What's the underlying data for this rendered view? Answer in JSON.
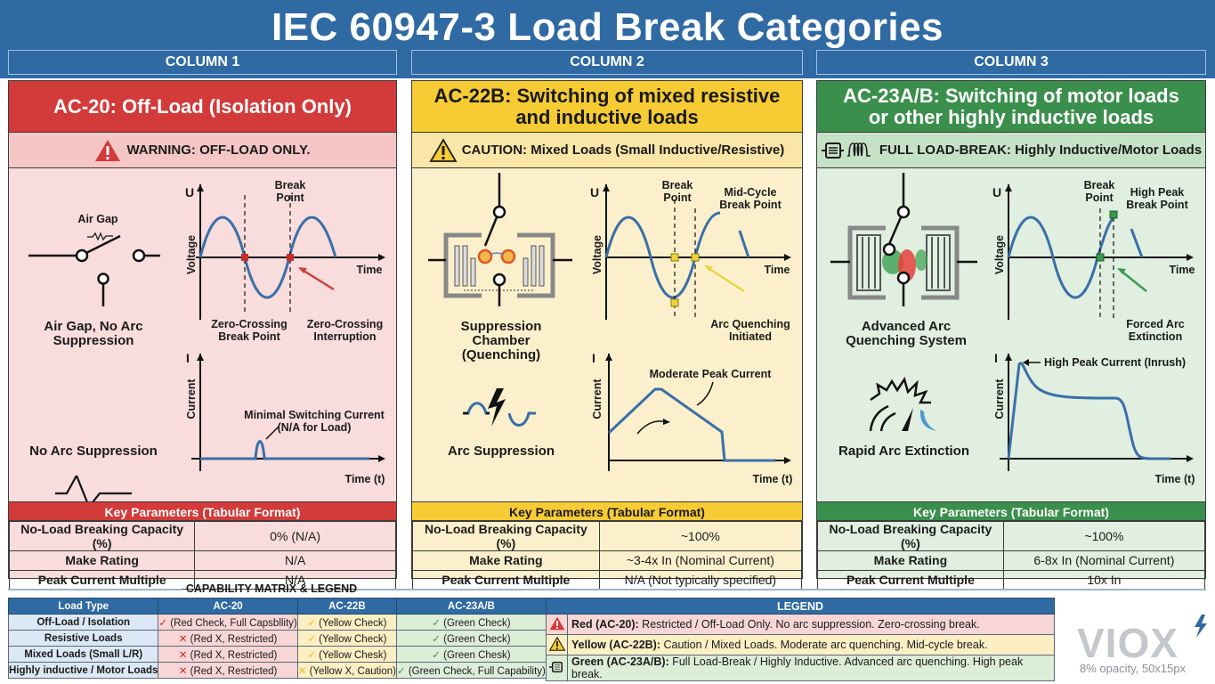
{
  "title": "IEC 60947-3 Load Break Categories",
  "columns": [
    {
      "header": "COLUMN 1",
      "category_title": "AC-20: Off-Load (Isolation Only)",
      "banner": "WARNING: OFF-LOAD ONLY.",
      "banner_icon": "warning-triangle-red-icon",
      "accent": "#d33a3a",
      "schematic_top": {
        "label_above": "Air Gap",
        "caption": "Air Gap, No Arc Suppression"
      },
      "schematic_bottom": {
        "caption": "No Arc Suppression"
      },
      "voltage_plot": {
        "y_axis": "U",
        "y_label": "Voltage",
        "x_label": "Time",
        "annotations": [
          "Break Point",
          "Zero-Crossing Break Point",
          "Zero-Crossing Interruption"
        ]
      },
      "current_plot": {
        "y_axis": "I",
        "y_label": "Current",
        "x_label": "Time (t)",
        "annotations": [
          "Minimal Switching Current",
          "(N/A for Load)"
        ]
      },
      "key_params_title": "Key Parameters (Tabular Format)",
      "key_params": [
        {
          "key": "No-Load Breaking Capacity (%)",
          "value": "0% (N/A)"
        },
        {
          "key": "Make Rating",
          "value": "N/A"
        },
        {
          "key": "Peak Current Multiple",
          "value": "N/A"
        }
      ]
    },
    {
      "header": "COLUMN 2",
      "category_title": "AC-22B: Switching of mixed resistive and inductive loads",
      "banner": "CAUTION: Mixed Loads (Small Inductive/Resistive)",
      "banner_icon": "warning-triangle-yellow-icon",
      "accent": "#f6cb33",
      "schematic_top": {
        "caption": "Suppression Chamber (Quenching)"
      },
      "schematic_bottom": {
        "caption": "Arc Suppression"
      },
      "voltage_plot": {
        "y_axis": "U",
        "y_label": "Voltage",
        "x_label": "Time",
        "annotations": [
          "Break Point",
          "Mid-Cycle Break Point",
          "Arc Quenching Initiated"
        ]
      },
      "current_plot": {
        "y_axis": "I",
        "y_label": "Current",
        "x_label": "Time (t)",
        "annotations": [
          "Moderate Peak Current"
        ]
      },
      "key_params_title": "Key Parameters (Tabular Format)",
      "key_params": [
        {
          "key": "No-Load Breaking Capacity (%)",
          "value": "~100%"
        },
        {
          "key": "Make Rating",
          "value": "~3-4x In (Nominal Current)"
        },
        {
          "key": "Peak Current Multiple",
          "value": "N/A (Not typically specified)"
        }
      ]
    },
    {
      "header": "COLUMN 3",
      "category_title": "AC-23A/B: Switching of motor loads or other highly inductive loads",
      "banner": "FULL LOAD-BREAK: Highly Inductive/Motor Loads",
      "banner_icon": "motor-coil-icon",
      "accent": "#3b8f4d",
      "schematic_top": {
        "caption": "Advanced Arc Quenching System"
      },
      "schematic_bottom": {
        "caption": "Rapid Arc Extinction"
      },
      "voltage_plot": {
        "y_axis": "U",
        "y_label": "Voltage",
        "x_label": "Time",
        "annotations": [
          "Break Point",
          "High Peak Break Point",
          "Forced Arc Extinction"
        ]
      },
      "current_plot": {
        "y_axis": "I",
        "y_label": "Current",
        "x_label": "Time (t)",
        "annotations": [
          "High Peak Current (Inrush)"
        ]
      },
      "key_params_title": "Key Parameters (Tabular Format)",
      "key_params": [
        {
          "key": "No-Load Breaking Capacity (%)",
          "value": "~100%"
        },
        {
          "key": "Make Rating",
          "value": "6-8x In (Nominal Current)"
        },
        {
          "key": "Peak Current Multiple",
          "value": "10x In"
        }
      ]
    }
  ],
  "matrix": {
    "title": "CAPABILITY MATRIX & LEGEND",
    "headers": [
      "Load Type",
      "AC-20",
      "AC-22B",
      "AC-23A/B"
    ],
    "rows": [
      {
        "load": "Off-Load / Isolation",
        "ac20": {
          "mark": "✓",
          "text": "(Red Check, Full Capsbllity)"
        },
        "ac22b": {
          "mark": "✓",
          "text": "(Yellow Check)"
        },
        "ac23": {
          "mark": "✓",
          "text": "(Green Check)"
        }
      },
      {
        "load": "Resistive Loads",
        "ac20": {
          "mark": "✕",
          "text": "(Red X, Restricted)"
        },
        "ac22b": {
          "mark": "✓",
          "text": "(Yellow Check)"
        },
        "ac23": {
          "mark": "✓",
          "text": "(Green Check)"
        }
      },
      {
        "load": "Mixed Loads (Small L/R)",
        "ac20": {
          "mark": "✕",
          "text": "(Red X, Restricted)"
        },
        "ac22b": {
          "mark": "✓",
          "text": "(Yellow Chesk)"
        },
        "ac23": {
          "mark": "✓",
          "text": "(Green Chesk)"
        }
      },
      {
        "load": "Highly inductive / Motor Loads",
        "ac20": {
          "mark": "✕",
          "text": "(Red X, Restricted)"
        },
        "ac22b": {
          "mark": "✕",
          "text": "(Yellow X, Caution)"
        },
        "ac23": {
          "mark": "✓",
          "text": "(Green Check, Full Capability)"
        }
      }
    ]
  },
  "legend": {
    "title": "LEGEND",
    "items": [
      {
        "icon": "warning-triangle-red-icon",
        "label": "Red (AC-20):",
        "text": " Restricted / Off-Load Only. No arc suppression. Zero-crossing break."
      },
      {
        "icon": "warning-triangle-yellow-icon",
        "label": "Yellow (AC-22B):",
        "text": " Caution / Mixed Loads. Moderate arc quenching. Mid-cycle break."
      },
      {
        "icon": "motor-icon",
        "label": "Green (AC-23A/B):",
        "text": " Full Load-Break / Highly Inductive. Advanced arc quenching. High peak break."
      }
    ]
  },
  "brand": {
    "logo": "VIOX",
    "note": "8% opacity, 50x15px"
  },
  "colors": {
    "header_blue": "#2f6aa3",
    "red": "#d33a3a",
    "yellow": "#f6cb33",
    "green": "#3b8f4d",
    "wave": "#3a6fa8"
  }
}
